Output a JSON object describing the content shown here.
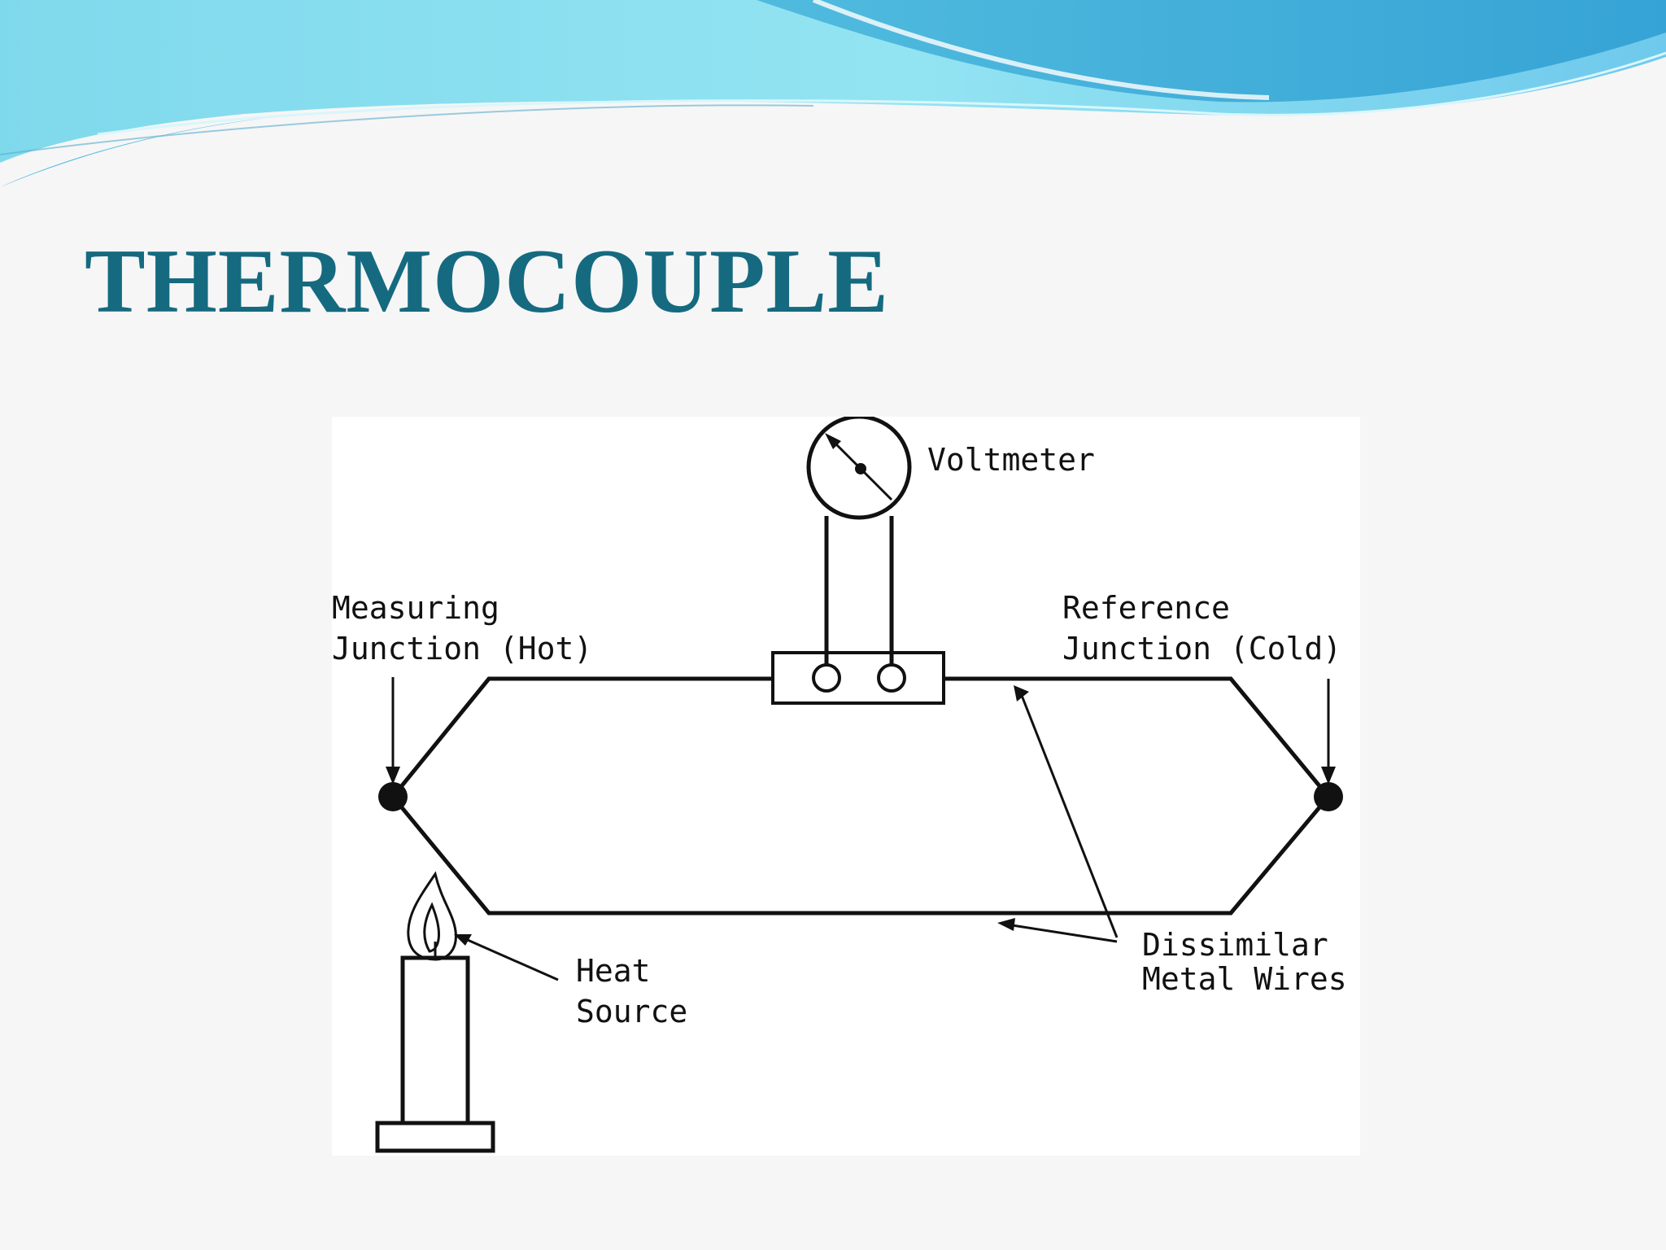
{
  "slide": {
    "title": "THERMOCOUPLE"
  },
  "diagram": {
    "labels": {
      "voltmeter": "Voltmeter",
      "measuring_line1": "Measuring",
      "measuring_line2": "Junction (Hot)",
      "reference_line1": "Reference",
      "reference_line2": "Junction (Cold)",
      "heat_line1": "Heat",
      "heat_line2": "Source",
      "dissimilar_line1": "Dissimilar",
      "dissimilar_line2": "Metal Wires"
    }
  },
  "colors": {
    "title": "#156a80",
    "wave_light": "#8fe3f0",
    "wave_dark": "#3aa6d6"
  }
}
